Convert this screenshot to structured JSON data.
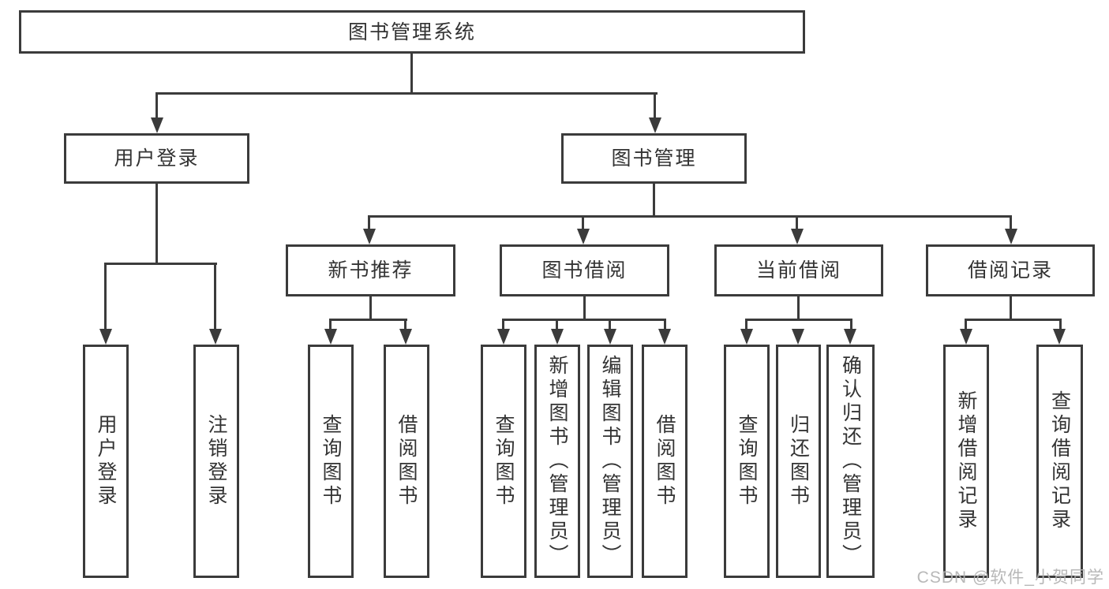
{
  "tree": {
    "label": "图书管理系统",
    "children": [
      {
        "label": "用户登录",
        "children": [
          {
            "label": "用户登录"
          },
          {
            "label": "注销登录"
          }
        ]
      },
      {
        "label": "图书管理",
        "children": [
          {
            "label": "新书推荐",
            "children": [
              {
                "label": "查询图书"
              },
              {
                "label": "借阅图书"
              }
            ]
          },
          {
            "label": "图书借阅",
            "children": [
              {
                "label": "查询图书"
              },
              {
                "label": "新增图书（管理员）"
              },
              {
                "label": "编辑图书（管理员）"
              },
              {
                "label": "借阅图书"
              }
            ]
          },
          {
            "label": "当前借阅",
            "children": [
              {
                "label": "查询图书"
              },
              {
                "label": "归还图书"
              },
              {
                "label": "确认归还（管理员）"
              }
            ]
          },
          {
            "label": "借阅记录",
            "children": [
              {
                "label": "新增借阅记录"
              },
              {
                "label": "查询借阅记录"
              }
            ]
          }
        ]
      }
    ]
  },
  "watermark": {
    "text": "CSDN @软件_小贺同学"
  },
  "colors": {
    "line": "#3b3b3b",
    "text": "#333333",
    "background": "#ffffff",
    "watermark": "#b2b2b2"
  }
}
